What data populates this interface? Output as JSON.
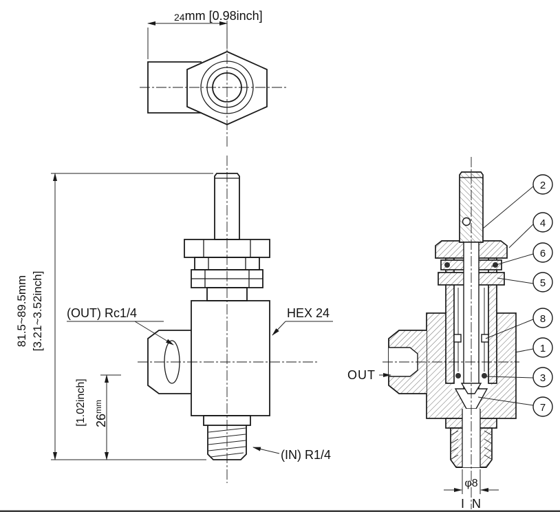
{
  "colors": {
    "background": "#ffffff",
    "line": "#1a1a1a",
    "hatch": "#555555"
  },
  "top_view": {
    "dim_width_value": "24",
    "dim_width_unit": "mm [0.98inch]"
  },
  "front_view": {
    "dim_height_mm": "81.5~89.5mm",
    "dim_height_inch": "[3.21~3.52inch]",
    "label_out_port": "(OUT) Rc1/4",
    "label_hex": "HEX 24",
    "dim_sub_inch": "[1.02inch]",
    "dim_sub_value": "26",
    "dim_sub_unit": "mm",
    "label_in_port": "(IN) R1/4"
  },
  "section_view": {
    "label_out": "OUT",
    "label_in": "I N",
    "dim_bore": "φ8",
    "balloons": [
      "2",
      "4",
      "6",
      "5",
      "8",
      "1",
      "3",
      "7"
    ]
  }
}
